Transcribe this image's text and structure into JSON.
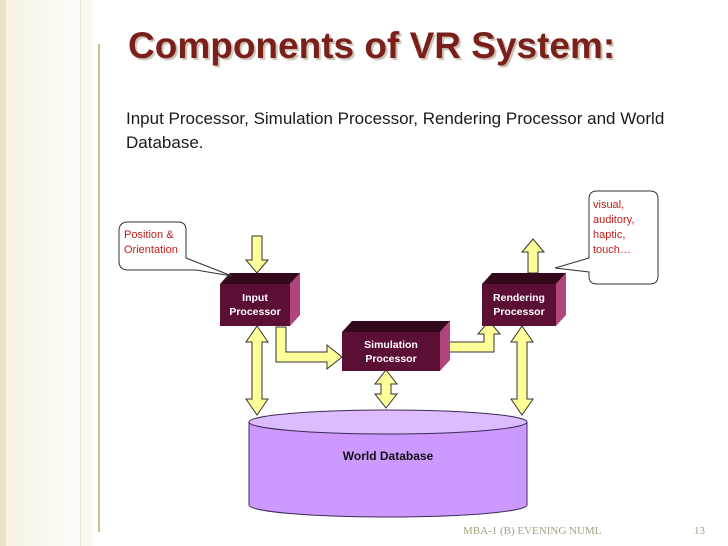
{
  "slide": {
    "title": "Components of VR System:",
    "subtitle": "Input Processor, Simulation Processor, Rendering Processor and World Database.",
    "footer": "MBA-1 (B) EVENING NUML",
    "page_number": "13"
  },
  "diagram": {
    "input_processor": [
      "Input",
      "Processor"
    ],
    "simulation_processor": [
      "Simulation",
      "Processor"
    ],
    "rendering_processor": [
      "Rendering",
      "Processor"
    ],
    "world_database": "World Database",
    "callout_left": [
      "Position &",
      "Orientation"
    ],
    "callout_right": [
      "visual,",
      "auditory,",
      "haptic,",
      "touch…"
    ]
  },
  "colors": {
    "title": "#7a1f1b",
    "box_front": "#5c0f34",
    "box_top": "#33081c",
    "box_side": "#b0457c",
    "arrow_fill": "#ffff99",
    "database_fill": "#cc99ff",
    "callout_text": "#c0201c"
  }
}
